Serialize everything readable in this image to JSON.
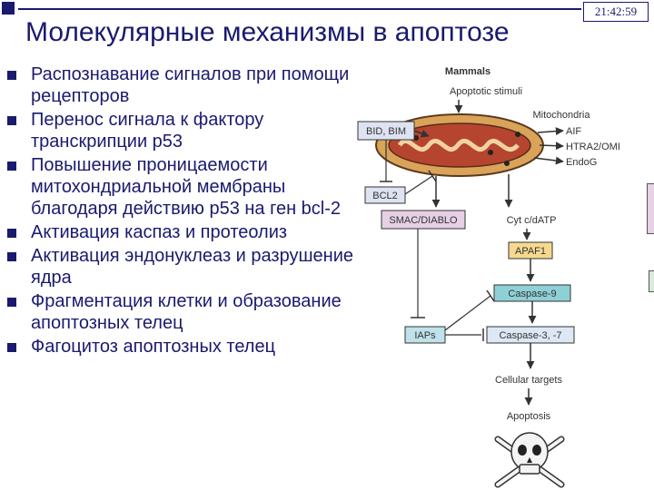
{
  "slide": {
    "time": "21:42:59",
    "title": "Молекулярные механизмы в апоптозе",
    "bullets": [
      "Распознавание сигналов при помощи рецепторов",
      "Перенос сигнала к фактору транскрипции p53",
      "Повышение проницаемости митохондриальной мембраны благодаря действию p53 на ген bcl-2",
      "Активация каспаз и протеолиз",
      "Активация эндонуклеаз и разрушение ядра",
      "Фрагментация клетки и образование апоптозных телец",
      "Фагоцитоз апоптозных телец"
    ]
  },
  "diagram": {
    "mammals": "Mammals",
    "stimuli": "Apoptotic stimuli",
    "mitochondria": "Mitochondria",
    "bid_bim": "BID, BIM",
    "bcl2": "BCL2",
    "aif": "AIF",
    "htra2": "HTRA2/OMI",
    "endog": "EndoG",
    "smac": "SMAC/DIABLO",
    "cytc": "Cyt c/dATP",
    "apaf1": "APAF1",
    "caspase9": "Caspase-9",
    "iaps": "IAPs",
    "caspase37": "Caspase-3, -7",
    "targets": "Cellular targets",
    "apoptosis": "Apoptosis",
    "colors": {
      "bid": "#dde3f2",
      "bcl2": "#dde3f2",
      "smac": "#e7cfe5",
      "apaf1": "#f6d98f",
      "caspase9": "#8fd0d6",
      "iaps": "#bfe1ea",
      "caspase37": "#dce8f4",
      "mito_outer": "#d9a35a",
      "mito_inner": "#b5452f"
    }
  }
}
